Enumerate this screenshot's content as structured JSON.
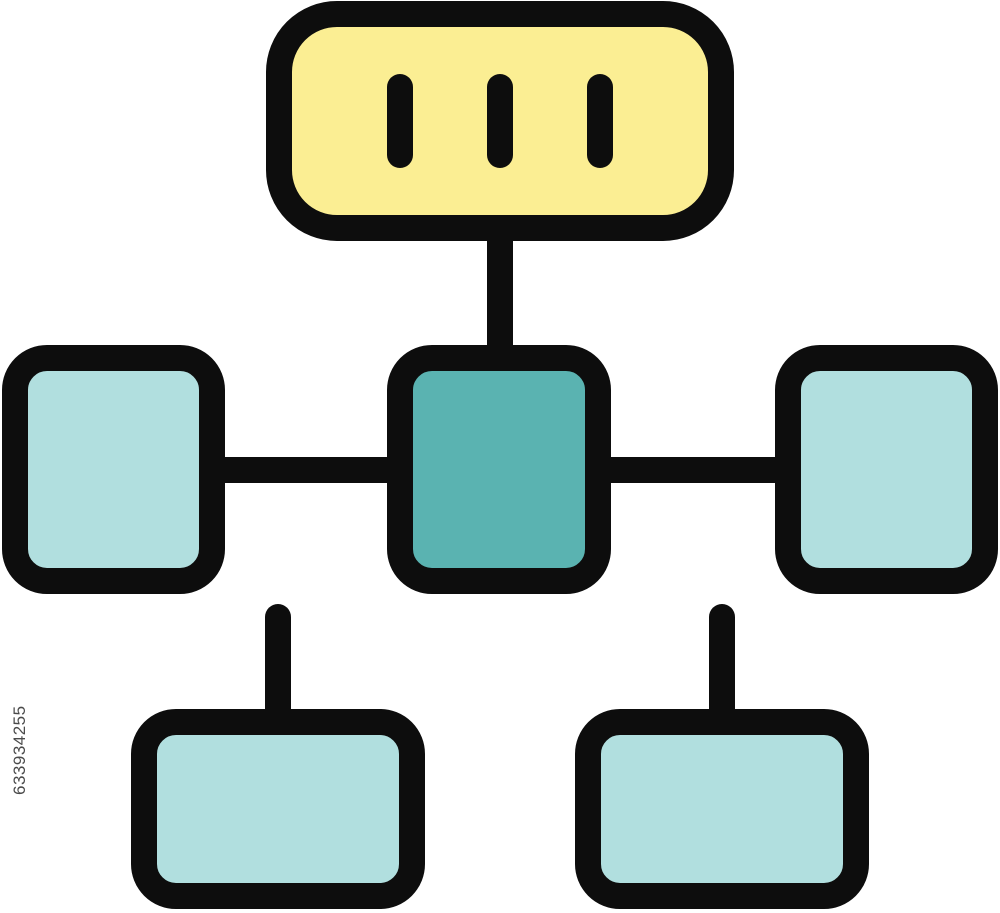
{
  "diagram": {
    "type": "hierarchy-icon",
    "colors": {
      "stroke": "#0d0d0d",
      "top_node_fill": "#fbee93",
      "center_node_fill": "#5ab3b1",
      "side_node_fill": "#b1dfdf",
      "background": "#ffffff"
    },
    "nodes": [
      {
        "id": "top-node",
        "role": "root",
        "fill": "top_node_fill",
        "marks": 3
      },
      {
        "id": "center-node",
        "role": "hub",
        "fill": "center_node_fill"
      },
      {
        "id": "left-node",
        "role": "leaf",
        "fill": "side_node_fill"
      },
      {
        "id": "right-node",
        "role": "leaf",
        "fill": "side_node_fill"
      },
      {
        "id": "bottom-left-node",
        "role": "leaf",
        "fill": "side_node_fill"
      },
      {
        "id": "bottom-right-node",
        "role": "leaf",
        "fill": "side_node_fill"
      }
    ],
    "edges": [
      {
        "from": "top-node",
        "to": "center-node"
      },
      {
        "from": "left-node",
        "to": "center-node"
      },
      {
        "from": "center-node",
        "to": "right-node"
      }
    ]
  },
  "stock_id": "633934255"
}
